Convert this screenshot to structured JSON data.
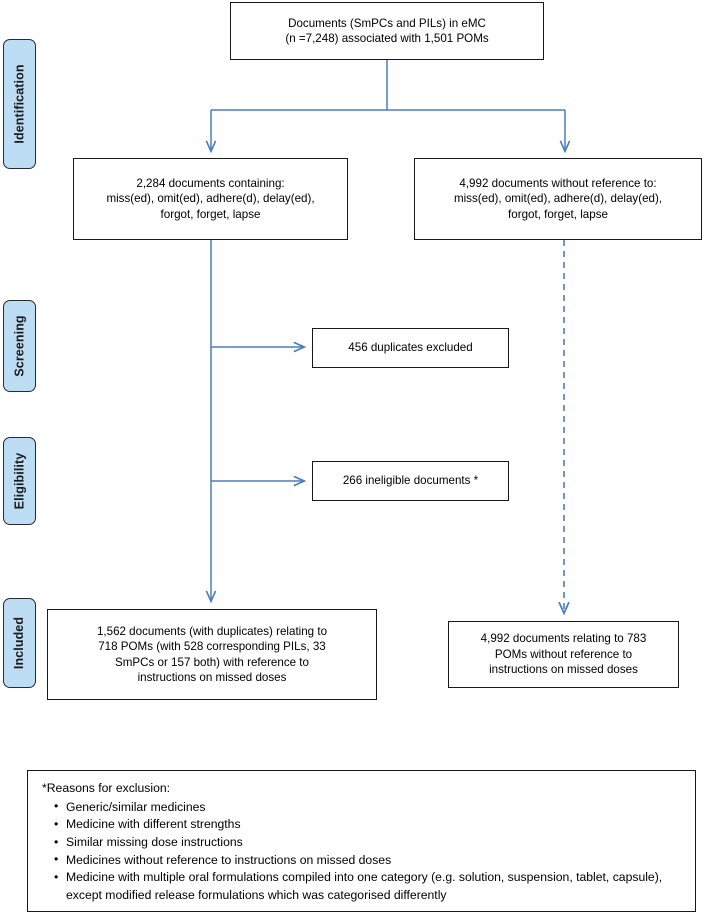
{
  "diagram": {
    "type": "prisma-flow-diagram",
    "accent_color": "#4a7ebb",
    "badge_fill": "#bdddf4",
    "box_border": "#1a1a1a",
    "stages": [
      {
        "id": "identification",
        "label": "Identification"
      },
      {
        "id": "screening",
        "label": "Screening"
      },
      {
        "id": "eligibility",
        "label": "Eligibility"
      },
      {
        "id": "included",
        "label": "Included"
      }
    ],
    "boxes": {
      "top": "Documents (SmPCs and PILs) in eMC\n(n =7,248) associated with 1,501 POMs",
      "containing": "2,284 documents containing:\nmiss(ed), omit(ed), adhere(d), delay(ed),\nforgot, forget, lapse",
      "without": "4,992 documents without reference to:\nmiss(ed), omit(ed), adhere(d), delay(ed),\nforgot, forget, lapse",
      "duplicates": "456 duplicates excluded",
      "ineligible": "266 ineligible documents *",
      "included_left": "1,562 documents (with duplicates) relating to\n718 POMs (with 528 corresponding PILs, 33\nSmPCs or 157 both) with reference to\ninstructions on missed doses",
      "included_right": "4,992 documents relating to 783\nPOMs without reference to\ninstructions on missed doses"
    },
    "footnote": {
      "title": "*Reasons for exclusion:",
      "items": [
        "Generic/similar medicines",
        "Medicine with different strengths",
        "Similar missing dose instructions",
        "Medicines without reference to instructions on missed doses",
        "Medicine with multiple oral formulations compiled into one category (e.g. solution, suspension, tablet, capsule), except modified release formulations which was categorised differently"
      ]
    }
  }
}
